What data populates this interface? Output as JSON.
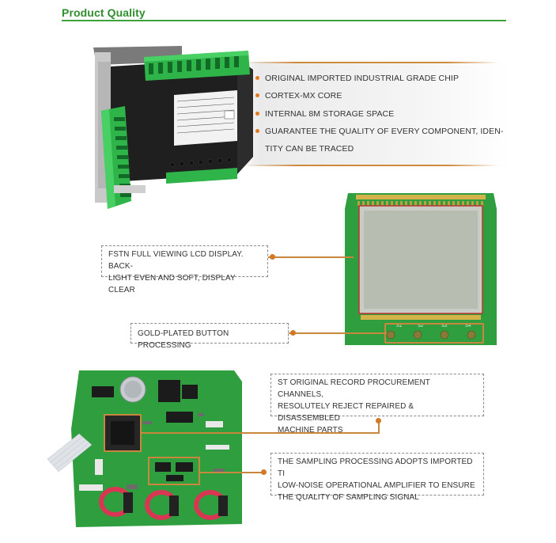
{
  "header": {
    "title": "Product Quality"
  },
  "features": [
    {
      "text": "ORIGINAL IMPORTED INDUSTRIAL GRADE CHIP"
    },
    {
      "text": "CORTEX-MX CORE"
    },
    {
      "text": "INTERNAL 8M STORAGE SPACE"
    },
    {
      "text": "GUARANTEE THE QUALITY OF EVERY COMPONENT, IDEN-"
    },
    {
      "text": "TITY CAN BE TRACED"
    }
  ],
  "callouts": {
    "lcd_display": {
      "line1": "FSTN FULL VIEWING LCD DISPLAY. BACK-",
      "line2": "LIGHT EVEN AND SOFT, DISPLAY CLEAR"
    },
    "gold_button": {
      "line1": "GOLD-PLATED BUTTON PROCESSING"
    },
    "st_record": {
      "line1": "ST ORIGINAL RECORD PROCUREMENT CHANNELS,",
      "line2": "RESOLUTELY REJECT REPAIRED & DISASSEMBLED",
      "line3": "MACHINE PARTS"
    },
    "sampling": {
      "line1": "THE SAMPLING PROCESSING ADOPTS IMPORTED TI",
      "line2": "LOW-NOISE OPERATIONAL AMPLIFIER TO ENSURE",
      "line3": "THE QUALITY OF SAMPLING SIGNAL"
    }
  },
  "lcd_buttons": [
    "S1",
    "S2",
    "S3",
    "S4"
  ],
  "colors": {
    "brand_green": "#2f8f2f",
    "accent_orange": "#d07a28",
    "pcb_green": "#2e9e3e"
  }
}
